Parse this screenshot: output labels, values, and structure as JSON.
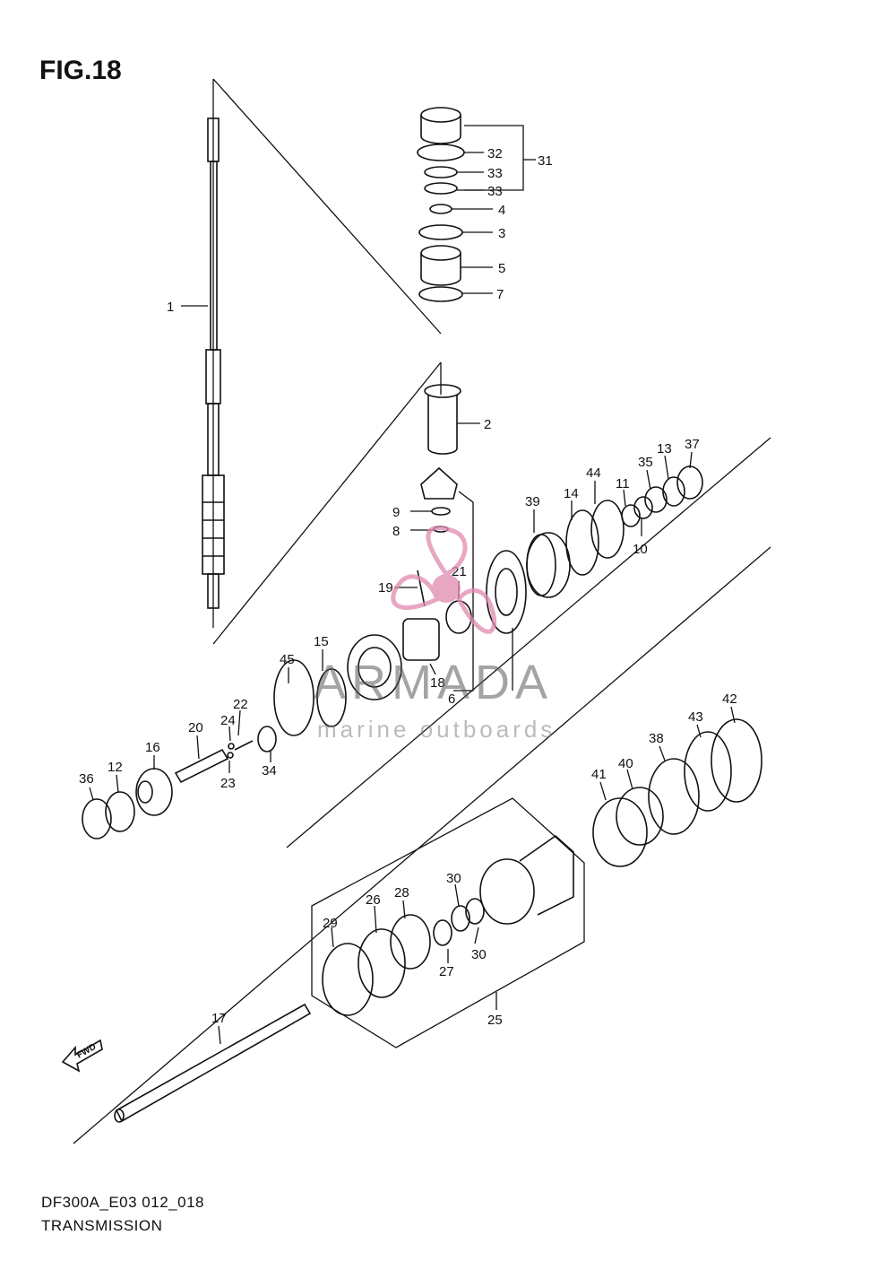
{
  "figure": {
    "title": "FIG.18",
    "code": "DF300A_E03 012_018",
    "name": "TRANSMISSION"
  },
  "watermark": {
    "brand": "ARMADA",
    "tagline": "marine outboards",
    "color": "#e08ab0"
  },
  "callouts": [
    {
      "id": "c1",
      "text": "1"
    },
    {
      "id": "c2",
      "text": "2"
    },
    {
      "id": "c3",
      "text": "3"
    },
    {
      "id": "c4",
      "text": "4"
    },
    {
      "id": "c5",
      "text": "5"
    },
    {
      "id": "c6",
      "text": "6"
    },
    {
      "id": "c7",
      "text": "7"
    },
    {
      "id": "c8",
      "text": "8"
    },
    {
      "id": "c9",
      "text": "9"
    },
    {
      "id": "c10",
      "text": "10"
    },
    {
      "id": "c11",
      "text": "11"
    },
    {
      "id": "c12",
      "text": "12"
    },
    {
      "id": "c13",
      "text": "13"
    },
    {
      "id": "c14",
      "text": "14"
    },
    {
      "id": "c15",
      "text": "15"
    },
    {
      "id": "c16",
      "text": "16"
    },
    {
      "id": "c17",
      "text": "17"
    },
    {
      "id": "c18",
      "text": "18"
    },
    {
      "id": "c19",
      "text": "19"
    },
    {
      "id": "c20",
      "text": "20"
    },
    {
      "id": "c21",
      "text": "21"
    },
    {
      "id": "c22",
      "text": "22"
    },
    {
      "id": "c23",
      "text": "23"
    },
    {
      "id": "c24",
      "text": "24"
    },
    {
      "id": "c25",
      "text": "25"
    },
    {
      "id": "c26",
      "text": "26"
    },
    {
      "id": "c27",
      "text": "27"
    },
    {
      "id": "c28",
      "text": "28"
    },
    {
      "id": "c29",
      "text": "29"
    },
    {
      "id": "c30a",
      "text": "30"
    },
    {
      "id": "c30b",
      "text": "30"
    },
    {
      "id": "c31",
      "text": "31"
    },
    {
      "id": "c32",
      "text": "32"
    },
    {
      "id": "c33a",
      "text": "33"
    },
    {
      "id": "c33b",
      "text": "33"
    },
    {
      "id": "c34",
      "text": "34"
    },
    {
      "id": "c35",
      "text": "35"
    },
    {
      "id": "c36",
      "text": "36"
    },
    {
      "id": "c37",
      "text": "37"
    },
    {
      "id": "c38",
      "text": "38"
    },
    {
      "id": "c39",
      "text": "39"
    },
    {
      "id": "c40",
      "text": "40"
    },
    {
      "id": "c41",
      "text": "41"
    },
    {
      "id": "c42",
      "text": "42"
    },
    {
      "id": "c43",
      "text": "43"
    },
    {
      "id": "c44",
      "text": "44"
    },
    {
      "id": "c45",
      "text": "45"
    }
  ],
  "fwd_arrow": {
    "text": "FWD",
    "icon": "fwd-arrow-icon"
  }
}
